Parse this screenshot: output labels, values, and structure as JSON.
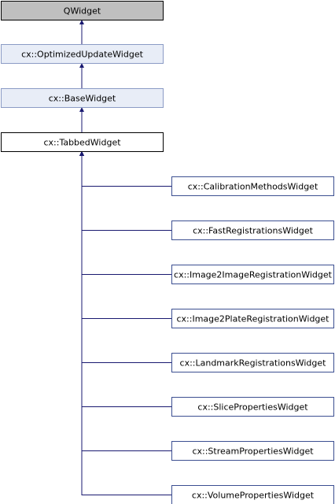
{
  "diagram": {
    "type": "class-inheritance",
    "nodes": [
      {
        "id": "qwidget",
        "label": "QWidget",
        "style": "external"
      },
      {
        "id": "optimized",
        "label": "cx::OptimizedUpdateWidget",
        "style": "base"
      },
      {
        "id": "base",
        "label": "cx::BaseWidget",
        "style": "base"
      },
      {
        "id": "tabbed",
        "label": "cx::TabbedWidget",
        "style": "focus"
      },
      {
        "id": "calibration",
        "label": "cx::CalibrationMethodsWidget",
        "style": "derived"
      },
      {
        "id": "fastreg",
        "label": "cx::FastRegistrationsWidget",
        "style": "derived"
      },
      {
        "id": "image2image",
        "label": "cx::Image2ImageRegistrationWidget",
        "style": "derived"
      },
      {
        "id": "image2plate",
        "label": "cx::Image2PlateRegistrationWidget",
        "style": "derived"
      },
      {
        "id": "landmark",
        "label": "cx::LandmarkRegistrationsWidget",
        "style": "derived"
      },
      {
        "id": "sliceprops",
        "label": "cx::SlicePropertiesWidget",
        "style": "derived"
      },
      {
        "id": "streamprops",
        "label": "cx::StreamPropertiesWidget",
        "style": "derived"
      },
      {
        "id": "volumeprops",
        "label": "cx::VolumePropertiesWidget",
        "style": "derived"
      }
    ],
    "edges": [
      {
        "from": "optimized",
        "to": "qwidget"
      },
      {
        "from": "base",
        "to": "optimized"
      },
      {
        "from": "tabbed",
        "to": "base"
      },
      {
        "from": "calibration",
        "to": "tabbed"
      },
      {
        "from": "fastreg",
        "to": "tabbed"
      },
      {
        "from": "image2image",
        "to": "tabbed"
      },
      {
        "from": "image2plate",
        "to": "tabbed"
      },
      {
        "from": "landmark",
        "to": "tabbed"
      },
      {
        "from": "sliceprops",
        "to": "tabbed"
      },
      {
        "from": "streamprops",
        "to": "tabbed"
      },
      {
        "from": "volumeprops",
        "to": "tabbed"
      }
    ],
    "colors": {
      "external_fill": "#bfbfbf",
      "external_border": "#000000",
      "base_fill": "#e8edf7",
      "base_border": "#8b9bc5",
      "focus_fill": "#ffffff",
      "focus_border": "#000000",
      "derived_fill": "#ffffff",
      "derived_border": "#3c4f91",
      "edge": "#191970",
      "text": "#000000"
    }
  }
}
